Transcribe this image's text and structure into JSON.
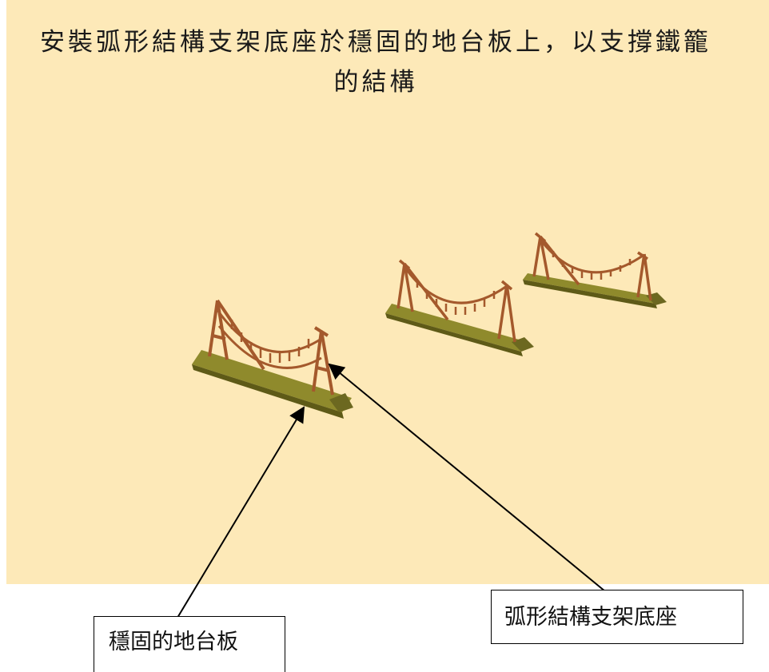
{
  "title": "安裝弧形結構支架底座於穩固的地台板上，以支撐鐵籠的結構",
  "labels": {
    "floor_plate": "穩固的地台板",
    "arc_bracket_base": "弧形結構支架底座"
  },
  "colors": {
    "background": "#fde9b8",
    "plate": "#8f8a2c",
    "plate_dark": "#5e5a17",
    "frame": "#a4592c",
    "frame_dark": "#6e3518"
  }
}
